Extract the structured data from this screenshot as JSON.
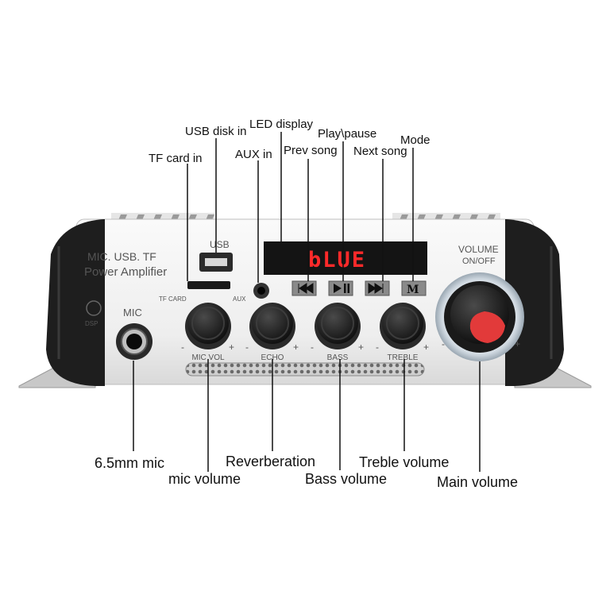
{
  "callouts": {
    "usb_disk_in": "USB disk in",
    "led_display": "LED display",
    "play_pause": "Play\\pause",
    "tf_card_in": "TF card in",
    "aux_in": "AUX in",
    "prev_song": "Prev song",
    "next_song": "Next song",
    "mode": "Mode",
    "mic_jack": "6.5mm mic",
    "mic_volume": "mic volume",
    "reverberation": "Reverberation",
    "bass_volume": "Bass volume",
    "treble_volume": "Treble volume",
    "main_volume": "Main volume"
  },
  "panel": {
    "brand_line1": "MIC. USB. TF",
    "brand_line2": "Power Amplifier",
    "usb": "USB",
    "tf_card": "TF CARD",
    "aux": "AUX",
    "dsp": "DSP",
    "mic": "MIC",
    "display_text": "bLUE",
    "mode_button": "M",
    "knob_labels": [
      "MIC VOL",
      "ECHO",
      "BASS",
      "TREBLE"
    ],
    "volume_line1": "VOLUME",
    "volume_line2": "ON/OFF",
    "minus": "-",
    "plus": "+"
  },
  "colors": {
    "body": "#f2f2f2",
    "bumper": "#1e1e1e",
    "display_bg": "#141414",
    "display_text": "#ff2a2a",
    "knob_accent": "#e23a3a"
  }
}
